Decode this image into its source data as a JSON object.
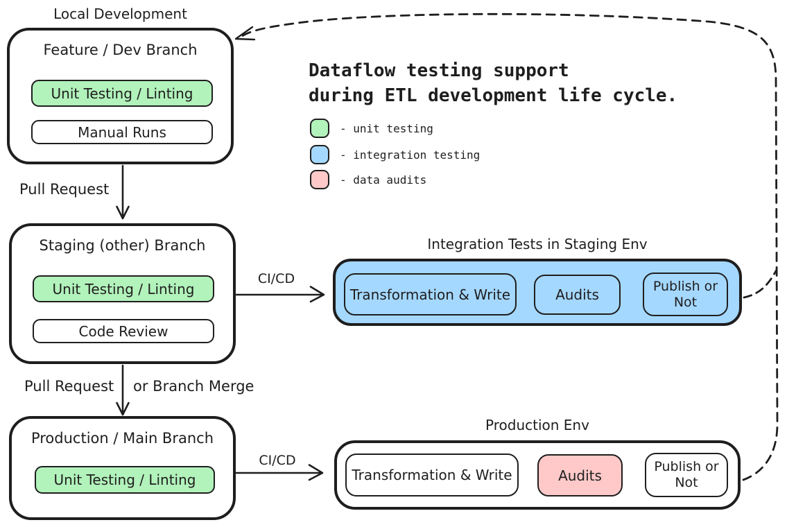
{
  "title": {
    "line1": "Dataflow testing support",
    "line2": "during ETL development life cycle."
  },
  "legend": {
    "unit": {
      "label": "- unit testing",
      "color": "#b2f2bb"
    },
    "integration": {
      "label": "- integration testing",
      "color": "#a5d8ff"
    },
    "audits": {
      "label": "- data audits",
      "color": "#ffc9c9"
    }
  },
  "colors": {
    "green": "#b2f2bb",
    "blue": "#a5d8ff",
    "pink": "#ffc9c9",
    "ink": "#1e1e1e"
  },
  "local_dev": {
    "label": "Local Development"
  },
  "feature_branch": {
    "title": "Feature / Dev Branch",
    "unit_testing": "Unit Testing / Linting",
    "manual_runs": "Manual Runs"
  },
  "staging_branch": {
    "title": "Staging (other) Branch",
    "unit_testing": "Unit Testing / Linting",
    "code_review": "Code Review"
  },
  "production_branch": {
    "title": "Production / Main Branch",
    "unit_testing": "Unit Testing / Linting"
  },
  "staging_env": {
    "title": "Integration Tests in Staging Env",
    "transformation": "Transformation & Write",
    "audits": "Audits",
    "publish": "Publish or Not"
  },
  "production_env": {
    "title": "Production Env",
    "transformation": "Transformation & Write",
    "audits": "Audits",
    "publish": "Publish or Not"
  },
  "edges": {
    "pull_request_1": "Pull Request",
    "pull_request_2": "Pull Request",
    "branch_merge_2": "or Branch Merge",
    "cicd_staging": "CI/CD",
    "cicd_production": "CI/CD"
  }
}
